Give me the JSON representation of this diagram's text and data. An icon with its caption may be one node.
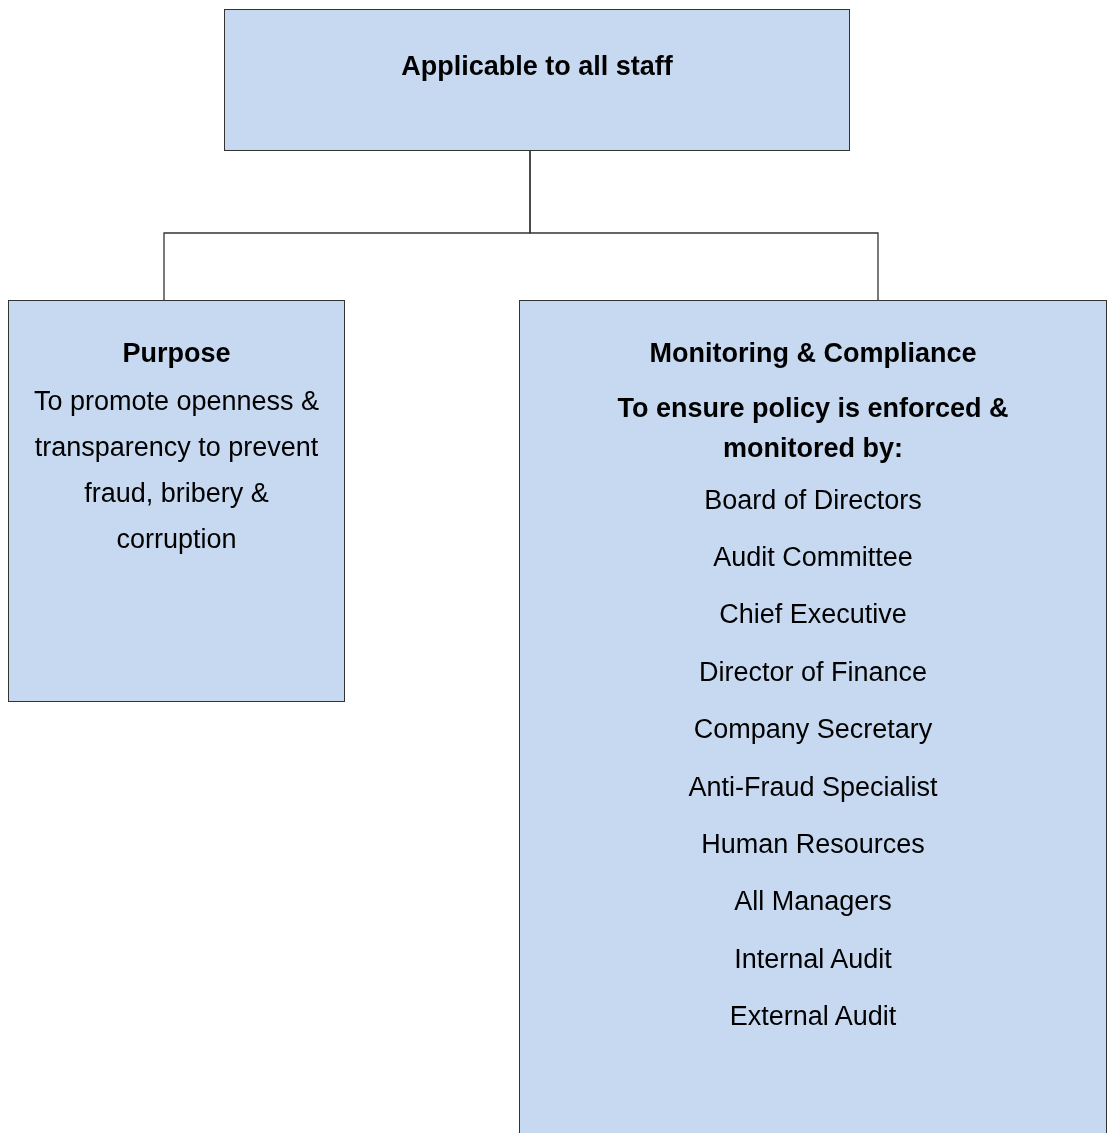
{
  "diagram": {
    "nodes": [
      {
        "text": [
          "Applicable to all staff"
        ]
      },
      {
        "text": [
          "Purpose",
          "To promote openness & transparency to prevent fraud, bribery & corruption"
        ]
      },
      {
        "text": [
          "Monitoring & Compliance",
          "To ensure policy is enforced & monitored by:",
          "Board of Directors",
          "Audit Committee",
          "Chief Executive",
          "Director of Finance",
          "Company Secretary",
          "Anti-Fraud Specialist",
          "Human Resources",
          "All Managers",
          "Internal Audit",
          "External Audit"
        ]
      }
    ],
    "edges": [
      {
        "from": 0,
        "to": 1,
        "arrow": "none"
      },
      {
        "from": 0,
        "to": 2,
        "arrow": "none"
      }
    ]
  }
}
